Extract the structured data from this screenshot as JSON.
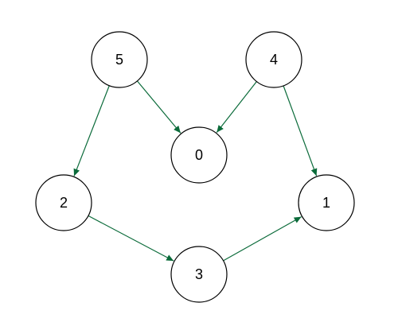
{
  "colors": {
    "edge": "#0b6b3a",
    "node_border": "#000000",
    "node_fill": "#ffffff"
  },
  "graph": {
    "nodes": [
      {
        "id": "5",
        "label": "5"
      },
      {
        "id": "4",
        "label": "4"
      },
      {
        "id": "0",
        "label": "0"
      },
      {
        "id": "2",
        "label": "2"
      },
      {
        "id": "1",
        "label": "1"
      },
      {
        "id": "3",
        "label": "3"
      }
    ],
    "edges": [
      {
        "from": "5",
        "to": "0"
      },
      {
        "from": "5",
        "to": "2"
      },
      {
        "from": "4",
        "to": "0"
      },
      {
        "from": "4",
        "to": "1"
      },
      {
        "from": "2",
        "to": "3"
      },
      {
        "from": "3",
        "to": "1"
      }
    ]
  }
}
